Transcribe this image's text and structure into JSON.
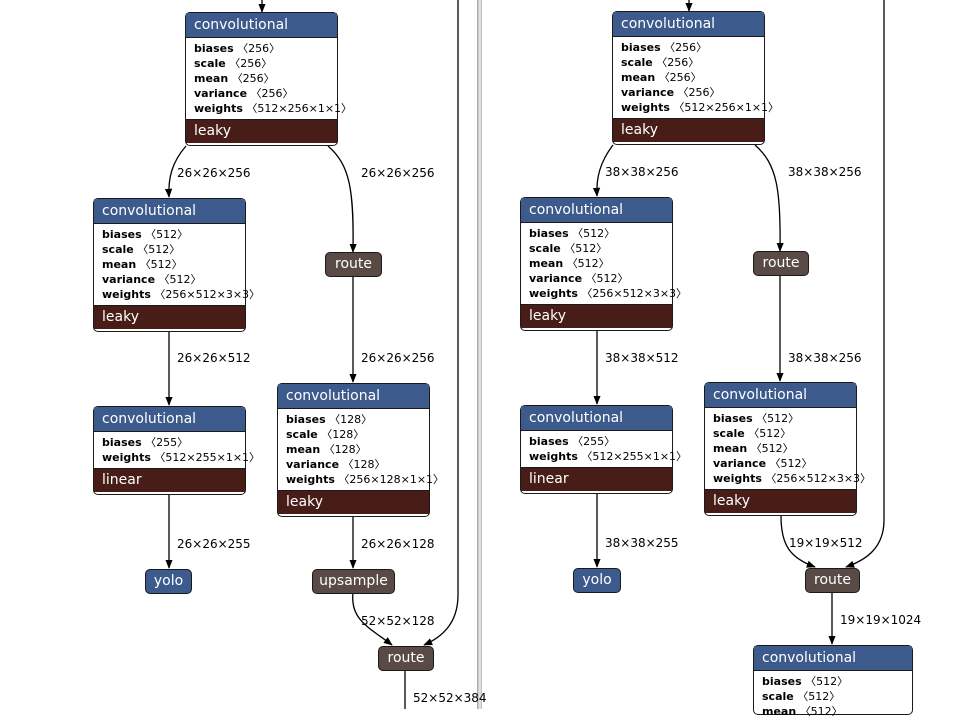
{
  "colors": {
    "conv_header": "#3d5a8c",
    "activation": "#481d18",
    "route": "#5a4a45",
    "yolo": "#3d5a8c",
    "edge": "#000000"
  },
  "panels": {
    "left": {
      "nodes": {
        "conv_top": {
          "title": "convolutional",
          "attrs": [
            {
              "name": "biases",
              "shape": "〈256〉"
            },
            {
              "name": "scale",
              "shape": "〈256〉"
            },
            {
              "name": "mean",
              "shape": "〈256〉"
            },
            {
              "name": "variance",
              "shape": "〈256〉"
            },
            {
              "name": "weights",
              "shape": "〈512×256×1×1〉"
            }
          ],
          "activation": "leaky"
        },
        "conv_mid": {
          "title": "convolutional",
          "attrs": [
            {
              "name": "biases",
              "shape": "〈512〉"
            },
            {
              "name": "scale",
              "shape": "〈512〉"
            },
            {
              "name": "mean",
              "shape": "〈512〉"
            },
            {
              "name": "variance",
              "shape": "〈512〉"
            },
            {
              "name": "weights",
              "shape": "〈256×512×3×3〉"
            }
          ],
          "activation": "leaky"
        },
        "conv_linear": {
          "title": "convolutional",
          "attrs": [
            {
              "name": "biases",
              "shape": "〈255〉"
            },
            {
              "name": "weights",
              "shape": "〈512×255×1×1〉"
            }
          ],
          "activation": "linear"
        },
        "conv_right": {
          "title": "convolutional",
          "attrs": [
            {
              "name": "biases",
              "shape": "〈128〉"
            },
            {
              "name": "scale",
              "shape": "〈128〉"
            },
            {
              "name": "mean",
              "shape": "〈128〉"
            },
            {
              "name": "variance",
              "shape": "〈128〉"
            },
            {
              "name": "weights",
              "shape": "〈256×128×1×1〉"
            }
          ],
          "activation": "leaky"
        },
        "route1": "route",
        "yolo": "yolo",
        "upsample": "upsample",
        "route2": "route"
      },
      "edges": {
        "e1": "26×26×256",
        "e2": "26×26×256",
        "e3": "26×26×512",
        "e4": "26×26×256",
        "e5": "26×26×255",
        "e6": "26×26×128",
        "e7": "52×52×128",
        "e8": "52×52×384"
      }
    },
    "right": {
      "nodes": {
        "conv_top": {
          "title": "convolutional",
          "attrs": [
            {
              "name": "biases",
              "shape": "〈256〉"
            },
            {
              "name": "scale",
              "shape": "〈256〉"
            },
            {
              "name": "mean",
              "shape": "〈256〉"
            },
            {
              "name": "variance",
              "shape": "〈256〉"
            },
            {
              "name": "weights",
              "shape": "〈512×256×1×1〉"
            }
          ],
          "activation": "leaky"
        },
        "conv_mid": {
          "title": "convolutional",
          "attrs": [
            {
              "name": "biases",
              "shape": "〈512〉"
            },
            {
              "name": "scale",
              "shape": "〈512〉"
            },
            {
              "name": "mean",
              "shape": "〈512〉"
            },
            {
              "name": "variance",
              "shape": "〈512〉"
            },
            {
              "name": "weights",
              "shape": "〈256×512×3×3〉"
            }
          ],
          "activation": "leaky"
        },
        "conv_linear": {
          "title": "convolutional",
          "attrs": [
            {
              "name": "biases",
              "shape": "〈255〉"
            },
            {
              "name": "weights",
              "shape": "〈512×255×1×1〉"
            }
          ],
          "activation": "linear"
        },
        "conv_right": {
          "title": "convolutional",
          "attrs": [
            {
              "name": "biases",
              "shape": "〈512〉"
            },
            {
              "name": "scale",
              "shape": "〈512〉"
            },
            {
              "name": "mean",
              "shape": "〈512〉"
            },
            {
              "name": "variance",
              "shape": "〈512〉"
            },
            {
              "name": "weights",
              "shape": "〈256×512×3×3〉"
            }
          ],
          "activation": "leaky"
        },
        "conv_bottom": {
          "title": "convolutional",
          "attrs": [
            {
              "name": "biases",
              "shape": "〈512〉"
            },
            {
              "name": "scale",
              "shape": "〈512〉"
            },
            {
              "name": "mean",
              "shape": "〈512〉"
            }
          ]
        },
        "route1": "route",
        "yolo": "yolo",
        "route2": "route"
      },
      "edges": {
        "e1": "38×38×256",
        "e2": "38×38×256",
        "e3": "38×38×512",
        "e4": "38×38×256",
        "e5": "38×38×255",
        "e6": "19×19×512",
        "e7": "19×19×1024"
      }
    }
  }
}
